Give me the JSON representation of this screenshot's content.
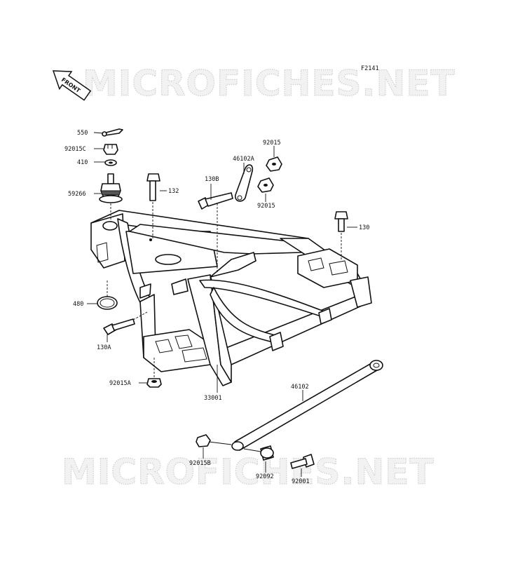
{
  "figure_code": "F2141",
  "watermark": "MICROFICHES.NET",
  "front_label": "FRONT",
  "parts": [
    {
      "id": "550"
    },
    {
      "id": "92015C"
    },
    {
      "id": "410"
    },
    {
      "id": "59266"
    },
    {
      "id": "480"
    },
    {
      "id": "130A"
    },
    {
      "id": "92015A"
    },
    {
      "id": "132"
    },
    {
      "id": "130B"
    },
    {
      "id": "46102A"
    },
    {
      "id": "92015"
    },
    {
      "id": "92015"
    },
    {
      "id": "130"
    },
    {
      "id": "33001"
    },
    {
      "id": "46102"
    },
    {
      "id": "92015B"
    },
    {
      "id": "92092"
    },
    {
      "id": "92001"
    }
  ]
}
